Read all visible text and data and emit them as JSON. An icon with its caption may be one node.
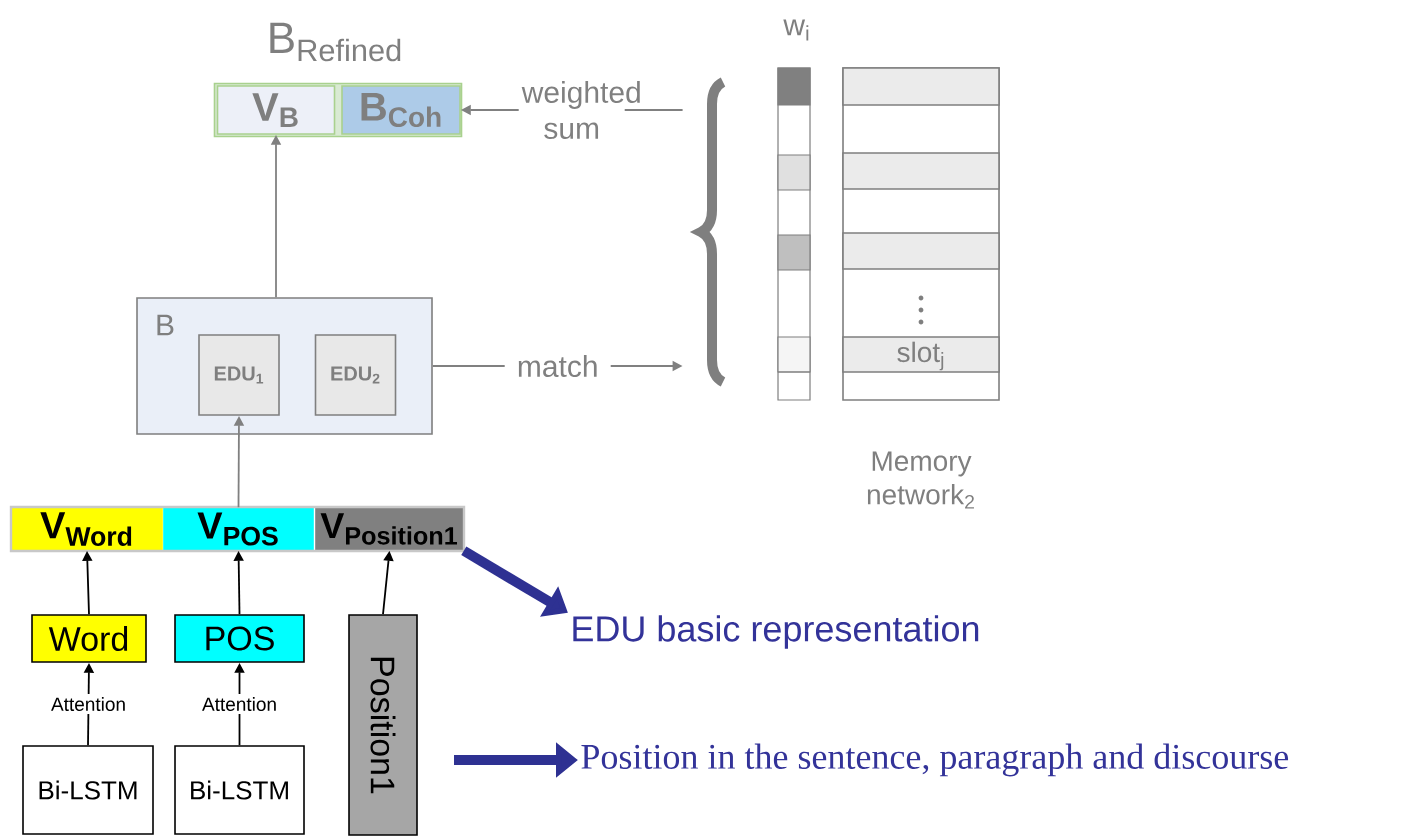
{
  "diagram": {
    "nodes": [
      {
        "text": [
          "B$_{Refined}$"
        ]
      },
      {
        "text": [
          "V$_{B}$"
        ],
        "in": 0
      },
      {
        "text": [
          "B$_{Coh}$"
        ],
        "in": 0
      },
      {
        "text": [
          "B"
        ]
      },
      {
        "text": [
          "EDU$_{1}$"
        ],
        "in": 3
      },
      {
        "text": [
          "EDU$_{2}$"
        ],
        "in": 3
      },
      {
        "text": [],
        "shape": "brace"
      },
      {
        "text": [],
        "shape": "bar",
        "beside": [
          "w$_{i}$"
        ]
      },
      {
        "text": [
          "slot$_{j}$"
        ],
        "beside": [
          "Memory network$_{2}$"
        ]
      },
      {
        "text": [
          "V$_{Word}$"
        ]
      },
      {
        "text": [
          "V$_{POS}$"
        ]
      },
      {
        "text": [
          "\\mathbf{V}_{\\mathbf{Position1}}"
        ]
      },
      {
        "text": [
          "Word"
        ]
      },
      {
        "text": [
          "POS"
        ]
      },
      {
        "text": [
          "Position1"
        ]
      },
      {
        "text": [
          "Bi-LSTM"
        ]
      },
      {
        "text": [
          "Bi-LSTM"
        ]
      },
      {
        "text": [
          "EDU basic representation"
        ]
      },
      {
        "text": [
          "Position in the sentence, paragraph and discourse"
        ]
      }
    ],
    "edges": [
      {
        "from": 15,
        "to": 12,
        "arrow": "to",
        "label": "Attention"
      },
      {
        "from": 16,
        "to": 13,
        "arrow": "to",
        "label": "Attention"
      },
      {
        "from": 12,
        "to": 9,
        "arrow": "to"
      },
      {
        "from": 13,
        "to": 10,
        "arrow": "to"
      },
      {
        "from": 14,
        "to": 11,
        "arrow": "to"
      },
      {
        "from": 10,
        "to": 4,
        "arrow": "to",
        "color": "#808080"
      },
      {
        "from": 3,
        "to": 1,
        "arrow": "to",
        "color": "#808080"
      },
      {
        "from": 3,
        "to": 6,
        "arrow": "to",
        "color": "#808080",
        "label": "match"
      },
      {
        "from": 6,
        "to": 2,
        "arrow": "to",
        "color": "#808080",
        "label": "weighted sum"
      },
      {
        "from": 11,
        "to": 17,
        "arrow": "to",
        "style": "thick",
        "color": "#2e3192"
      },
      {
        "from": null,
        "to": 18,
        "arrow": "to",
        "style": "thick",
        "color": "#2e3192"
      }
    ]
  }
}
